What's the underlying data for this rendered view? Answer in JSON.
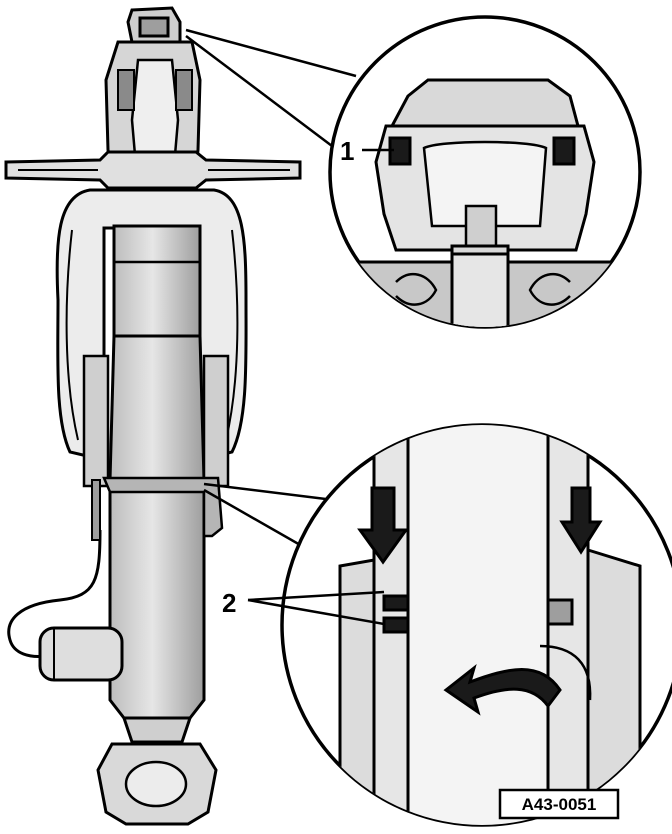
{
  "callouts": {
    "label_1": "1",
    "label_2": "2"
  },
  "figure_code": "A43-0051",
  "colors": {
    "line": "#000000",
    "fill_light": "#d9d9d9",
    "fill_mid": "#bdbdbd",
    "fill_dark": "#8a8a8a",
    "background": "#ffffff"
  }
}
